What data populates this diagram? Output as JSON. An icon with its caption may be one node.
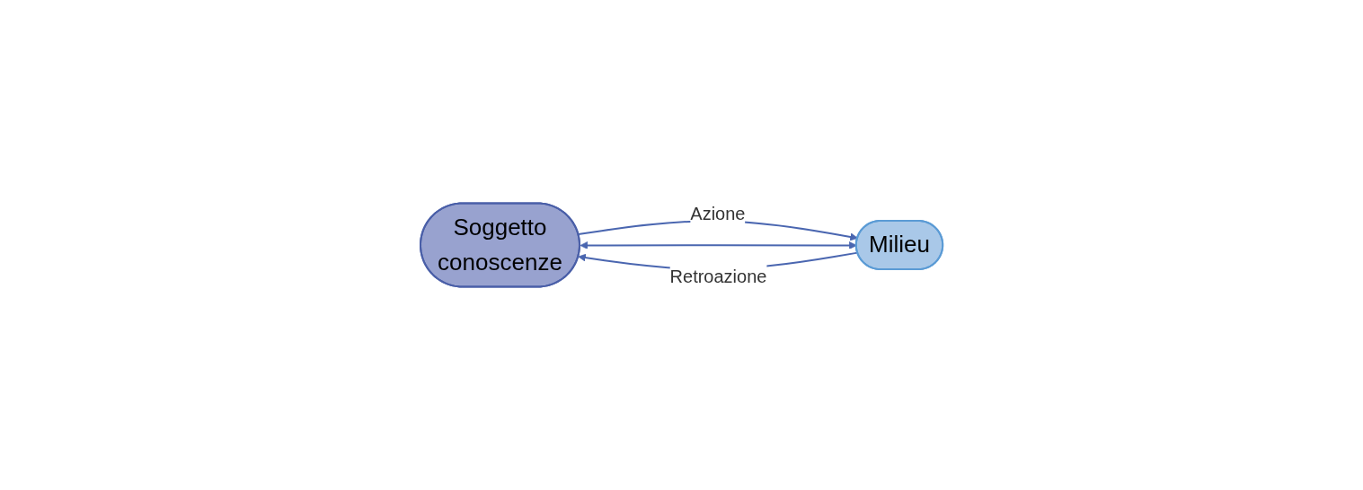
{
  "diagram": {
    "nodes": [
      {
        "text": [
          "Soggetto",
          "conoscenze"
        ]
      },
      {
        "text": [
          "Milieu"
        ]
      }
    ],
    "edges": [
      {
        "from": 0,
        "to": 1,
        "arrow": "to",
        "label": "Azione"
      },
      {
        "from": 1,
        "to": 0,
        "arrow": "to",
        "label": "Retroazione"
      },
      {
        "from": 0,
        "to": 1,
        "arrow": "both"
      }
    ]
  }
}
